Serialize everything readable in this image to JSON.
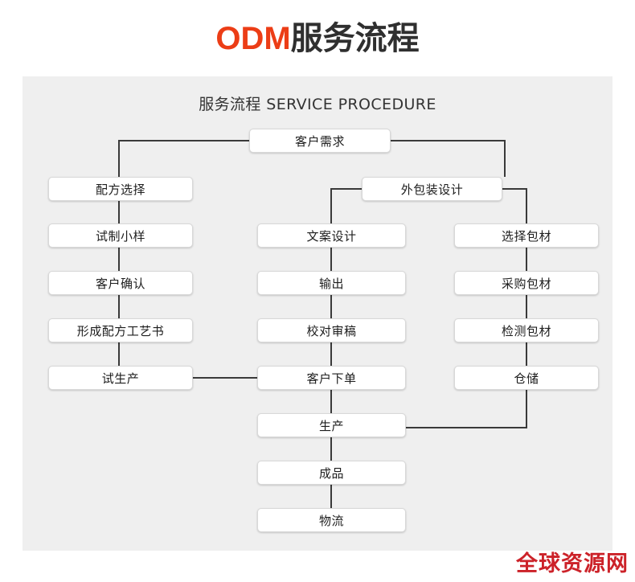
{
  "header": {
    "title_latin": "ODM",
    "title_cn": "服务流程",
    "accent_color": "#ec3d16",
    "title_color": "#2f2f2f"
  },
  "panel": {
    "subtitle": "服务流程 SERVICE PROCEDURE",
    "background_color": "#efefef"
  },
  "watermark": {
    "text": "全球资源网",
    "color": "#cc2229"
  },
  "chart_data": {
    "type": "diagram",
    "title": "服务流程 SERVICE PROCEDURE",
    "nodes": [
      {
        "id": "n1",
        "label": "客户需求",
        "column": "top",
        "row": 0
      },
      {
        "id": "n2",
        "label": "配方选择",
        "column": "left",
        "row": 1
      },
      {
        "id": "n3",
        "label": "试制小样",
        "column": "left",
        "row": 2
      },
      {
        "id": "n4",
        "label": "客户确认",
        "column": "left",
        "row": 3
      },
      {
        "id": "n5",
        "label": "形成配方工艺书",
        "column": "left",
        "row": 4
      },
      {
        "id": "n6",
        "label": "试生产",
        "column": "left",
        "row": 5
      },
      {
        "id": "n7",
        "label": "外包装设计",
        "column": "upper",
        "row": 1
      },
      {
        "id": "n8",
        "label": "文案设计",
        "column": "middle",
        "row": 2
      },
      {
        "id": "n9",
        "label": "输出",
        "column": "middle",
        "row": 3
      },
      {
        "id": "n10",
        "label": "校对审稿",
        "column": "middle",
        "row": 4
      },
      {
        "id": "n11",
        "label": "客户下单",
        "column": "middle",
        "row": 5
      },
      {
        "id": "n12",
        "label": "选择包材",
        "column": "right",
        "row": 2
      },
      {
        "id": "n13",
        "label": "采购包材",
        "column": "right",
        "row": 3
      },
      {
        "id": "n14",
        "label": "检测包材",
        "column": "right",
        "row": 4
      },
      {
        "id": "n15",
        "label": "仓储",
        "column": "right",
        "row": 5
      },
      {
        "id": "n16",
        "label": "生产",
        "column": "middle",
        "row": 6
      },
      {
        "id": "n17",
        "label": "成品",
        "column": "middle",
        "row": 7
      },
      {
        "id": "n18",
        "label": "物流",
        "column": "middle",
        "row": 8
      }
    ],
    "edges": [
      {
        "from": "n1",
        "to": "n2"
      },
      {
        "from": "n1",
        "to": "n7"
      },
      {
        "from": "n2",
        "to": "n3"
      },
      {
        "from": "n3",
        "to": "n4"
      },
      {
        "from": "n4",
        "to": "n5"
      },
      {
        "from": "n5",
        "to": "n6"
      },
      {
        "from": "n6",
        "to": "n11"
      },
      {
        "from": "n7",
        "to": "n8"
      },
      {
        "from": "n7",
        "to": "n12"
      },
      {
        "from": "n8",
        "to": "n9"
      },
      {
        "from": "n9",
        "to": "n10"
      },
      {
        "from": "n10",
        "to": "n11"
      },
      {
        "from": "n11",
        "to": "n16"
      },
      {
        "from": "n12",
        "to": "n13"
      },
      {
        "from": "n13",
        "to": "n14"
      },
      {
        "from": "n14",
        "to": "n15"
      },
      {
        "from": "n15",
        "to": "n16"
      },
      {
        "from": "n16",
        "to": "n17"
      },
      {
        "from": "n17",
        "to": "n18"
      }
    ],
    "line_color": "#3a3a3a",
    "node_fill": "#ffffff",
    "node_border": "#d8d8d8"
  }
}
